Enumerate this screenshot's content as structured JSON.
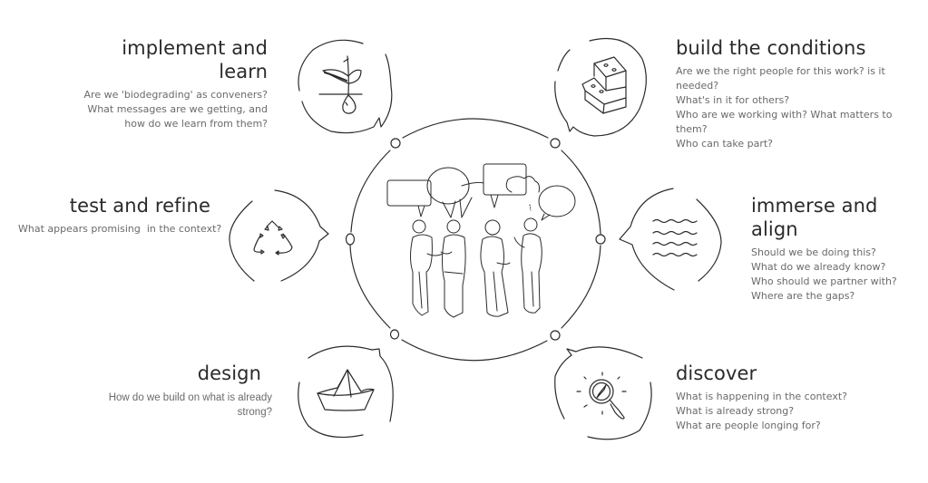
{
  "diagram": {
    "type": "cycle",
    "center": {
      "label": "people in conversation with speech bubbles",
      "icon": "conversation-group-icon"
    },
    "stages": [
      {
        "id": "implement",
        "title": "implement and learn",
        "icon": "seedling-icon",
        "questions": [
          "Are we 'biodegrading' as conveners?",
          "What messages are we getting, and",
          "how do we learn from them?"
        ]
      },
      {
        "id": "build",
        "title": "build the conditions",
        "icon": "building-blocks-icon",
        "questions": [
          "Are we the right people for this work? is it needed?",
          "What's in it for others?",
          "Who are we working with? What matters to them?",
          "Who can take part?"
        ]
      },
      {
        "id": "test",
        "title": "test and refine",
        "icon": "cycle-arrows-icon",
        "questions": [
          "What appears promising  in the context?"
        ]
      },
      {
        "id": "immerse",
        "title": "immerse and align",
        "icon": "waves-icon",
        "questions": [
          "Should we be doing this?",
          "What do we already know?",
          "Who should we partner with?",
          "Where are the gaps?"
        ]
      },
      {
        "id": "design",
        "title": "design",
        "icon": "paper-boat-icon",
        "questions": [
          "How do we build on what is already strong?"
        ]
      },
      {
        "id": "discover",
        "title": "discover",
        "icon": "compass-magnifier-icon",
        "questions": [
          "What is happening in the context?",
          "What is already strong?",
          "What are people longing for?"
        ]
      }
    ],
    "colors": {
      "line": "#2b2b2b",
      "title": "#2a2a2a",
      "question": "#6a6a6a",
      "background": "#ffffff"
    }
  }
}
